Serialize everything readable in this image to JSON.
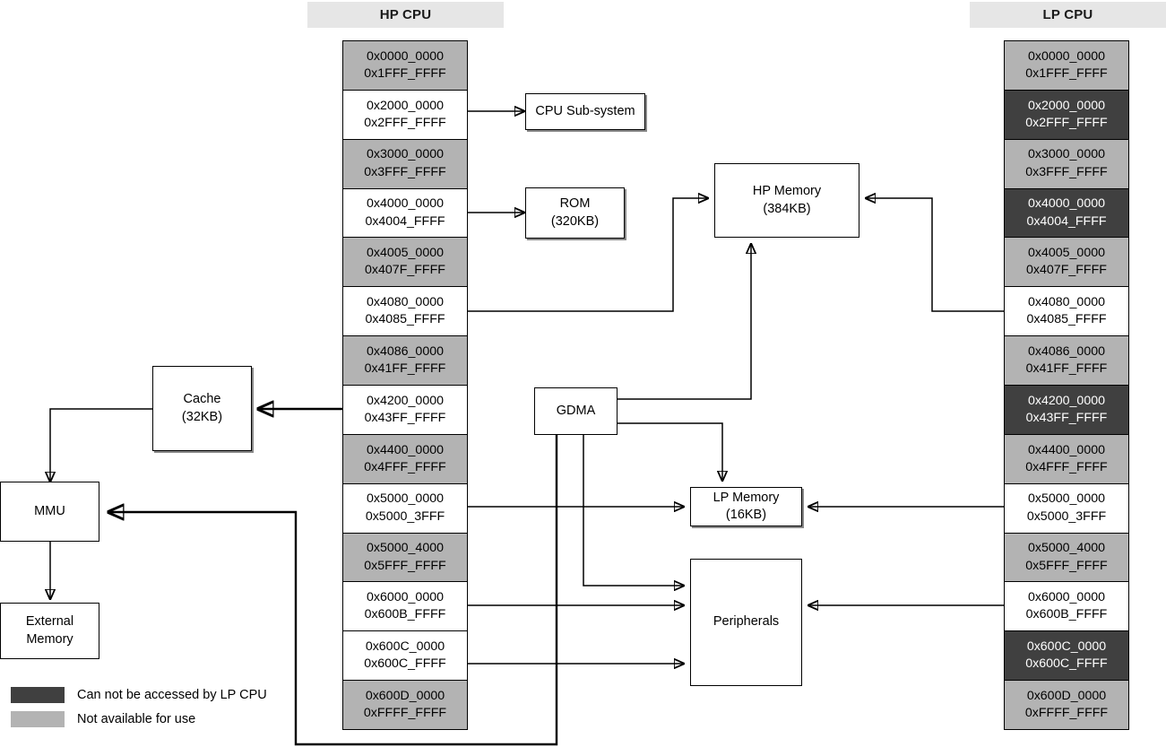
{
  "headers": {
    "hp": "HP CPU",
    "lp": "LP CPU"
  },
  "hp_rows": [
    {
      "start": "0x0000_0000",
      "end": "0x1FFF_FFFF",
      "state": "gray"
    },
    {
      "start": "0x2000_0000",
      "end": "0x2FFF_FFFF",
      "state": "normal"
    },
    {
      "start": "0x3000_0000",
      "end": "0x3FFF_FFFF",
      "state": "gray"
    },
    {
      "start": "0x4000_0000",
      "end": "0x4004_FFFF",
      "state": "normal"
    },
    {
      "start": "0x4005_0000",
      "end": "0x407F_FFFF",
      "state": "gray"
    },
    {
      "start": "0x4080_0000",
      "end": "0x4085_FFFF",
      "state": "normal"
    },
    {
      "start": "0x4086_0000",
      "end": "0x41FF_FFFF",
      "state": "gray"
    },
    {
      "start": "0x4200_0000",
      "end": "0x43FF_FFFF",
      "state": "normal"
    },
    {
      "start": "0x4400_0000",
      "end": "0x4FFF_FFFF",
      "state": "gray"
    },
    {
      "start": "0x5000_0000",
      "end": "0x5000_3FFF",
      "state": "normal"
    },
    {
      "start": "0x5000_4000",
      "end": "0x5FFF_FFFF",
      "state": "gray"
    },
    {
      "start": "0x6000_0000",
      "end": "0x600B_FFFF",
      "state": "normal"
    },
    {
      "start": "0x600C_0000",
      "end": "0x600C_FFFF",
      "state": "normal"
    },
    {
      "start": "0x600D_0000",
      "end": "0xFFFF_FFFF",
      "state": "gray"
    }
  ],
  "lp_rows": [
    {
      "start": "0x0000_0000",
      "end": "0x1FFF_FFFF",
      "state": "gray"
    },
    {
      "start": "0x2000_0000",
      "end": "0x2FFF_FFFF",
      "state": "dark"
    },
    {
      "start": "0x3000_0000",
      "end": "0x3FFF_FFFF",
      "state": "gray"
    },
    {
      "start": "0x4000_0000",
      "end": "0x4004_FFFF",
      "state": "dark"
    },
    {
      "start": "0x4005_0000",
      "end": "0x407F_FFFF",
      "state": "gray"
    },
    {
      "start": "0x4080_0000",
      "end": "0x4085_FFFF",
      "state": "normal"
    },
    {
      "start": "0x4086_0000",
      "end": "0x41FF_FFFF",
      "state": "gray"
    },
    {
      "start": "0x4200_0000",
      "end": "0x43FF_FFFF",
      "state": "dark"
    },
    {
      "start": "0x4400_0000",
      "end": "0x4FFF_FFFF",
      "state": "gray"
    },
    {
      "start": "0x5000_0000",
      "end": "0x5000_3FFF",
      "state": "normal"
    },
    {
      "start": "0x5000_4000",
      "end": "0x5FFF_FFFF",
      "state": "gray"
    },
    {
      "start": "0x6000_0000",
      "end": "0x600B_FFFF",
      "state": "normal"
    },
    {
      "start": "0x600C_0000",
      "end": "0x600C_FFFF",
      "state": "dark"
    },
    {
      "start": "0x600D_0000",
      "end": "0xFFFF_FFFF",
      "state": "gray"
    }
  ],
  "nodes": {
    "cpu_subsystem": {
      "line1": "CPU Sub-system",
      "line2": ""
    },
    "rom": {
      "line1": "ROM",
      "line2": "(320KB)"
    },
    "hp_memory": {
      "line1": "HP Memory",
      "line2": "(384KB)"
    },
    "gdma": {
      "line1": "GDMA",
      "line2": ""
    },
    "lp_memory": {
      "line1": "LP Memory",
      "line2": "(16KB)"
    },
    "peripherals": {
      "line1": "Peripherals",
      "line2": ""
    },
    "cache": {
      "line1": "Cache",
      "line2": "(32KB)"
    },
    "mmu": {
      "line1": "MMU",
      "line2": ""
    },
    "external_memory": {
      "line1": "External",
      "line2": "Memory"
    }
  },
  "legend": [
    {
      "swatch": "dark",
      "label": "Can not be accessed by LP CPU"
    },
    {
      "swatch": "gray",
      "label": "Not available for use"
    }
  ],
  "colors": {
    "gray_block": "#b3b3b3",
    "dark_block": "#404040",
    "header_bg": "#e6e6e6",
    "line": "#000000"
  }
}
